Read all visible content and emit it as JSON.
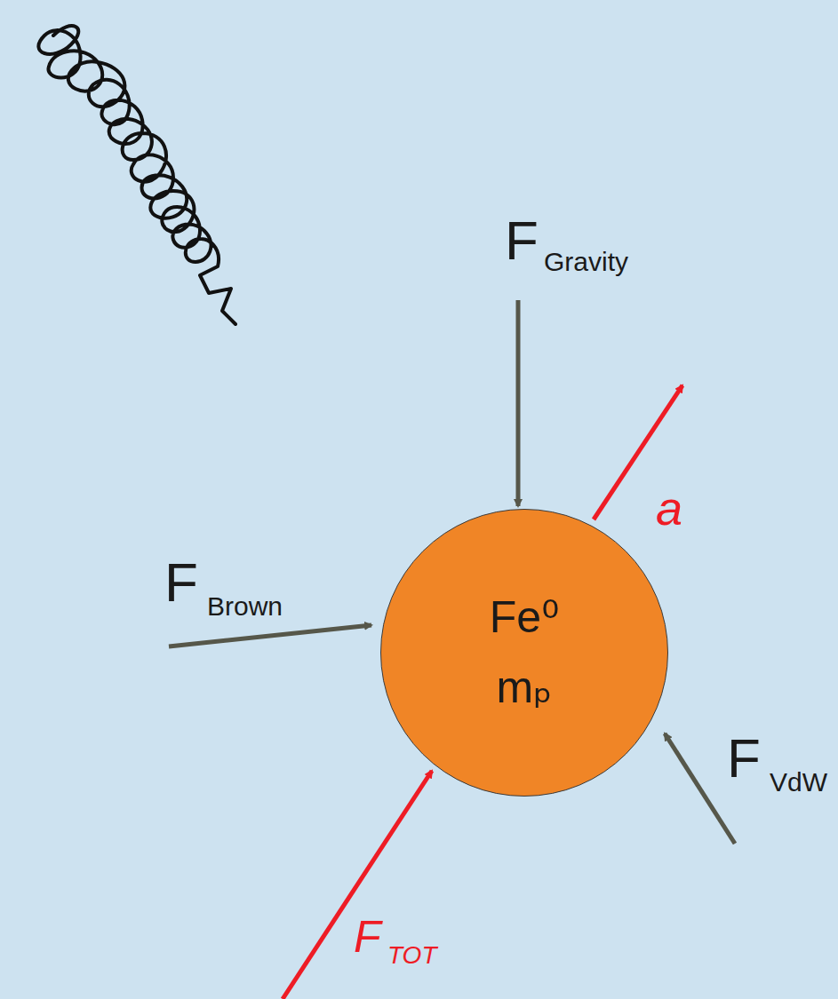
{
  "diagram": {
    "nodes": [
      {
        "text": [
          "Fe⁰",
          "mₚ"
        ]
      }
    ],
    "labels": [
      "F",
      "Gravity",
      "F",
      "Brown",
      "F",
      "VdW",
      "a",
      "F",
      "TOT"
    ]
  }
}
